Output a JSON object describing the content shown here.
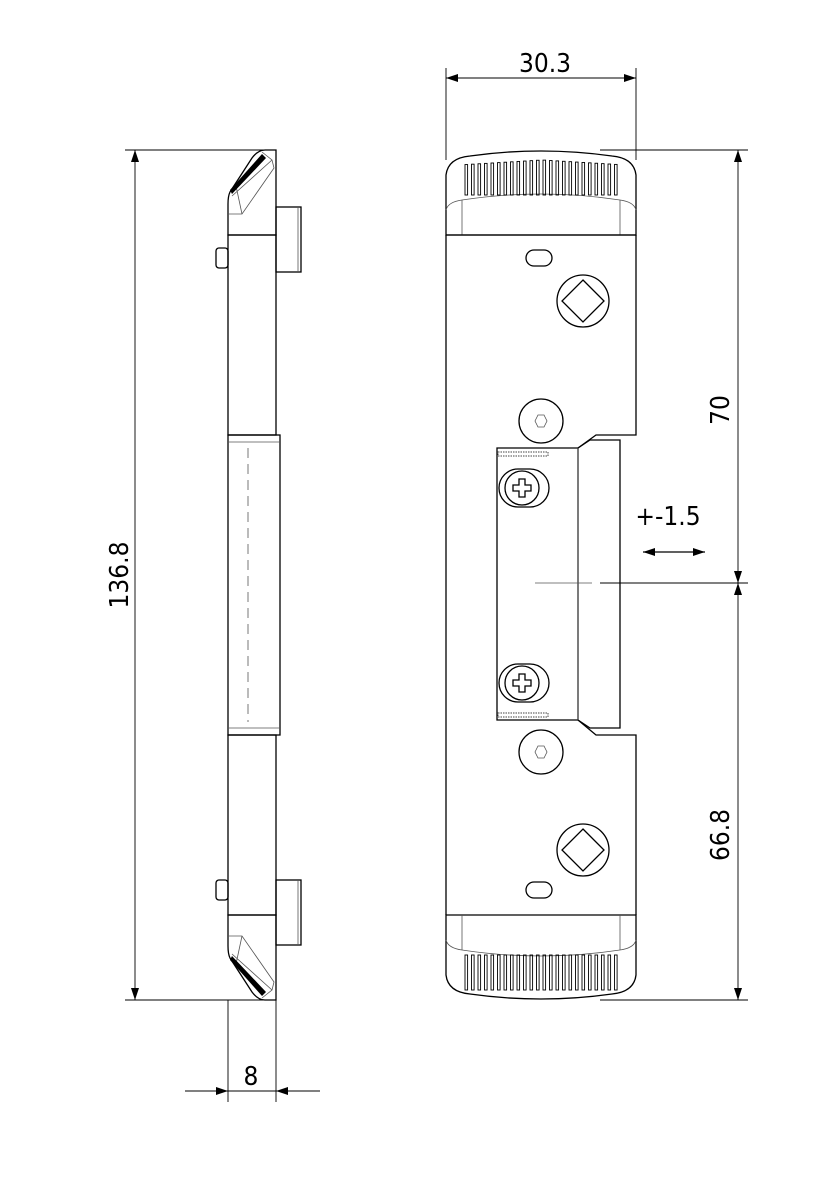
{
  "drawing": {
    "dimensions": {
      "overall_height": "136.8",
      "thickness": "8",
      "width": "30.3",
      "upper_to_center": "70",
      "center_to_lower": "66.8",
      "adjustment": "+-1.5"
    },
    "colors": {
      "line": "#000000",
      "background": "#ffffff"
    }
  }
}
